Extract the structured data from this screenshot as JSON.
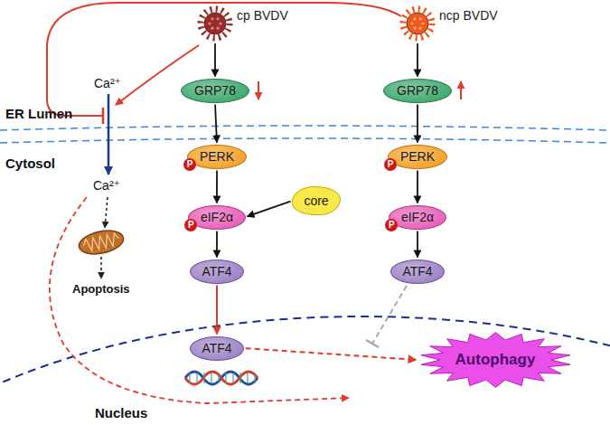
{
  "diagram": {
    "nodes": [
      {
        "text": [
          "cp BVDV"
        ]
      },
      {
        "text": [
          "ncp BVDV"
        ]
      },
      {
        "text": [
          "GRP78"
        ]
      },
      {
        "text": [
          "GRP78"
        ]
      },
      {
        "text": [
          "PERK"
        ]
      },
      {
        "text": [
          "PERK"
        ]
      },
      {
        "text": [
          "eIF2α"
        ]
      },
      {
        "text": [
          "core"
        ]
      },
      {
        "text": [
          "eIF2α"
        ]
      },
      {
        "text": [
          "ATF4"
        ]
      },
      {
        "text": [
          "ATF4"
        ]
      },
      {
        "text": [
          "ATF4"
        ]
      },
      {
        "text": [
          "Autophagy"
        ]
      }
    ],
    "edges": [
      {
        "from": 0,
        "to": 2,
        "arrow": "to"
      },
      {
        "from": 2,
        "to": 4,
        "arrow": "to"
      },
      {
        "from": 4,
        "to": 6,
        "arrow": "to"
      },
      {
        "from": 6,
        "to": 9,
        "arrow": "to"
      },
      {
        "from": 7,
        "to": 6,
        "arrow": "to"
      },
      {
        "from": 9,
        "to": 11,
        "arrow": "to"
      },
      {
        "from": 11,
        "to": 12,
        "arrow": "to"
      },
      {
        "from": 1,
        "to": 3,
        "arrow": "to"
      },
      {
        "from": 3,
        "to": 5,
        "arrow": "to"
      },
      {
        "from": 5,
        "to": 8,
        "arrow": "to"
      },
      {
        "from": 8,
        "to": 10,
        "arrow": "to"
      }
    ],
    "labels": [
      "Ca²⁺",
      "ER Lumen",
      "P",
      "P",
      "Cytosol",
      "Ca²⁺",
      "P",
      "P",
      "Apoptosis",
      "Nucleus"
    ]
  }
}
